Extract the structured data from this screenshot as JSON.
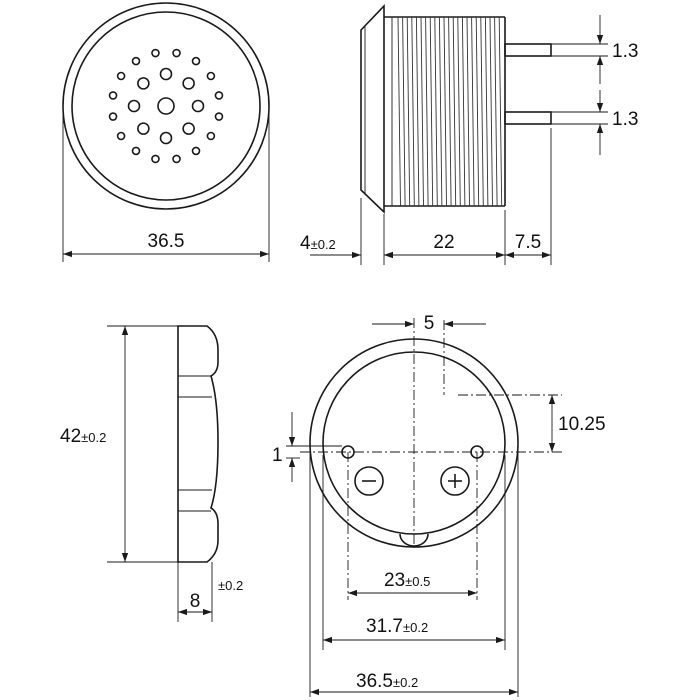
{
  "dimensions": {
    "front_diameter": "36.5",
    "flange_thickness": "4",
    "flange_thickness_tol": "±0.2",
    "thread_length": "22",
    "pin_length": "7.5",
    "pin_width_upper": "1.3",
    "pin_width_lower": "1.3",
    "nut_height": "42",
    "nut_height_tol": "±0.2",
    "nut_thickness": "8",
    "nut_thickness_tol": "±0.2",
    "pin_offset_x": "5",
    "pin_offset_y": "10.25",
    "pin_diameter": "1",
    "pin_spacing": "23",
    "pin_spacing_tol": "±0.5",
    "inner_diameter": "31.7",
    "inner_diameter_tol": "±0.2",
    "rear_diameter": "36.5",
    "rear_diameter_tol": "±0.2"
  },
  "polarity": {
    "negative": "−",
    "positive": "+"
  }
}
